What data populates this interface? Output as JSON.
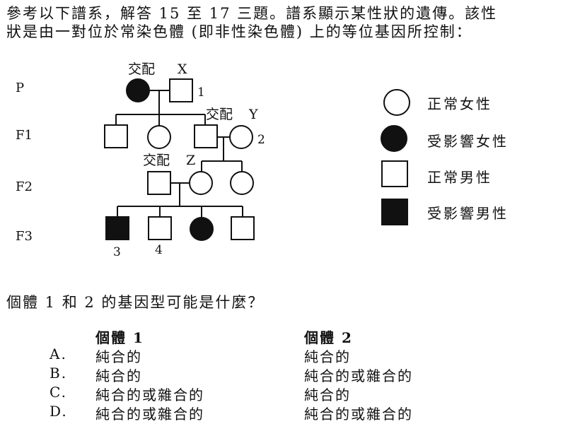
{
  "intro": {
    "line1": "參考以下譜系，解答 15 至 17 三題。譜系顯示某性狀的遺傳。該性",
    "line2": "狀是由一對位於常染色體 (即非性染色體) 上的等位基因所控制："
  },
  "pedigree": {
    "generations": [
      "P",
      "F1",
      "F2",
      "F3"
    ],
    "mating_labels": [
      {
        "text": "交配",
        "tag": "X"
      },
      {
        "text": "交配",
        "tag": "Y"
      },
      {
        "text": "交配",
        "tag": "Z"
      }
    ],
    "individual_numbers": [
      "1",
      "2",
      "3",
      "4"
    ]
  },
  "legend": {
    "items": [
      {
        "symbol": "circle-open",
        "label": "正常女性"
      },
      {
        "symbol": "circle-filled",
        "label": "受影響女性"
      },
      {
        "symbol": "square-open",
        "label": "正常男性"
      },
      {
        "symbol": "square-filled",
        "label": "受影響男性"
      }
    ]
  },
  "question": {
    "text": "個體 1 和 2 的基因型可能是什麼？"
  },
  "options": {
    "header": {
      "col1": "個體 1",
      "col2": "個體 2"
    },
    "rows": [
      {
        "letter": "A.",
        "ind1": "純合的",
        "ind2": "純合的"
      },
      {
        "letter": "B.",
        "ind1": "純合的",
        "ind2": "純合的或雜合的"
      },
      {
        "letter": "C.",
        "ind1": "純合的或雜合的",
        "ind2": "純合的"
      },
      {
        "letter": "D.",
        "ind1": "純合的或雜合的",
        "ind2": "純合的或雜合的"
      }
    ]
  },
  "colors": {
    "ink": "#111111",
    "affected": "#111111",
    "paper": "#ffffff"
  }
}
